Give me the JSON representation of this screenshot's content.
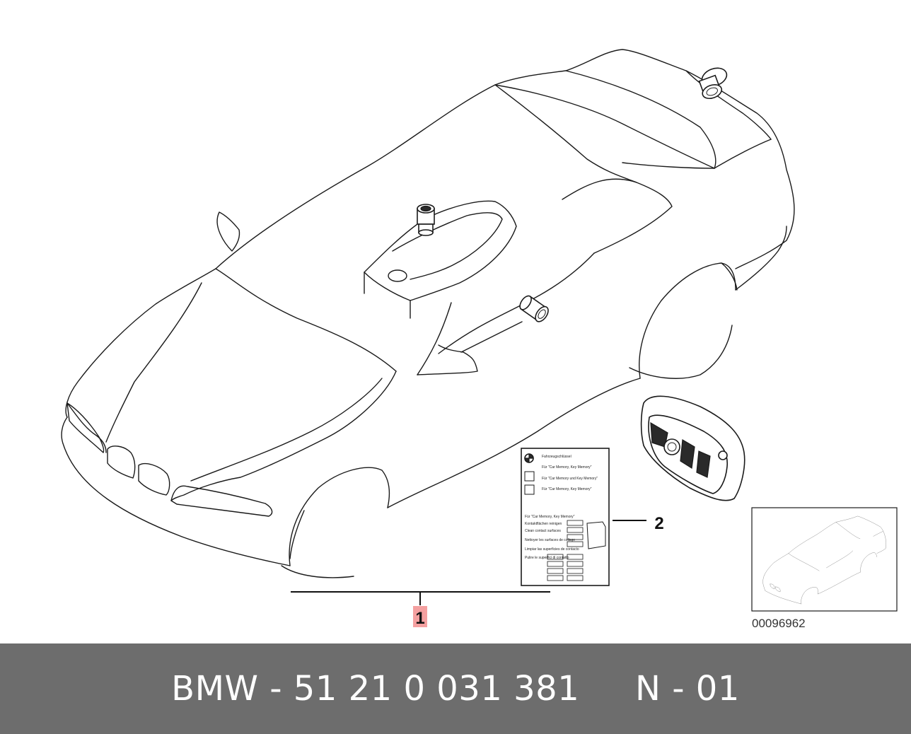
{
  "diagram": {
    "callouts": [
      {
        "id": "1",
        "label": "1",
        "highlight_color": "#f4a0a0"
      },
      {
        "id": "2",
        "label": "2"
      }
    ],
    "illustration_code": "00096962",
    "label_card_text": [
      "Fahrzeugschlüssel",
      "Für \"Car Memory, Key Memory\"",
      "Für \"Car Memory und Key Memory\"",
      "Für \"Car Memory, Key Memory\"",
      "Für \"Car Memory, Key Memory\"",
      "Kontaktflächen reinigen",
      "Clean contact surfaces",
      "Nettoyer les surfaces de collage",
      "Limpiar las superficies de contacto",
      "Pulire le superfici di contatto"
    ]
  },
  "footer": {
    "text": "BMW - 51 21 0 031 381     N - 01",
    "background": "#6d6d6d",
    "color": "#ffffff"
  },
  "icons": [
    "lock-cylinder-icon",
    "key-fob-icon",
    "bmw-roundel-icon"
  ]
}
